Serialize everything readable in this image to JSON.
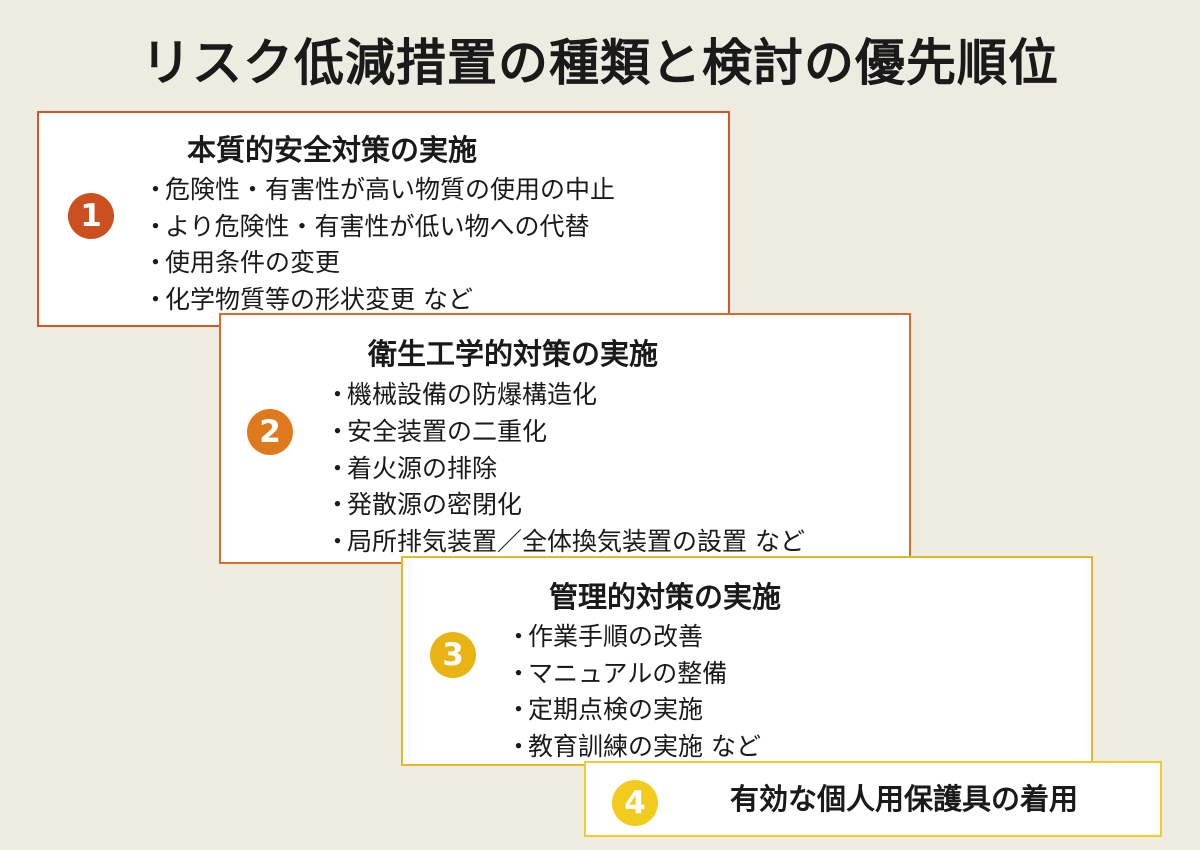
{
  "title": "リスク低減措置の種類と検討の優先順位",
  "colors": {
    "background": "#eeebe1",
    "step1": "#cb4f1f",
    "step2": "#de7a1d",
    "step3": "#e8b313",
    "step4": "#f2cb1c"
  },
  "steps": [
    {
      "number": "1",
      "title": "本質的安全対策の実施",
      "items": [
        "危険性・有害性が高い物質の使用の中止",
        "より危険性・有害性が低い物への代替",
        "使用条件の変更",
        "化学物質等の形状変更 など"
      ]
    },
    {
      "number": "2",
      "title": "衛生工学的対策の実施",
      "items": [
        "機械設備の防爆構造化",
        "安全装置の二重化",
        "着火源の排除",
        "発散源の密閉化",
        "局所排気装置／全体換気装置の設置 など"
      ]
    },
    {
      "number": "3",
      "title": "管理的対策の実施",
      "items": [
        "作業手順の改善",
        "マニュアルの整備",
        "定期点検の実施",
        "教育訓練の実施 など"
      ]
    },
    {
      "number": "4",
      "title": "有効な個人用保護具の着用"
    }
  ],
  "bullet": "・"
}
